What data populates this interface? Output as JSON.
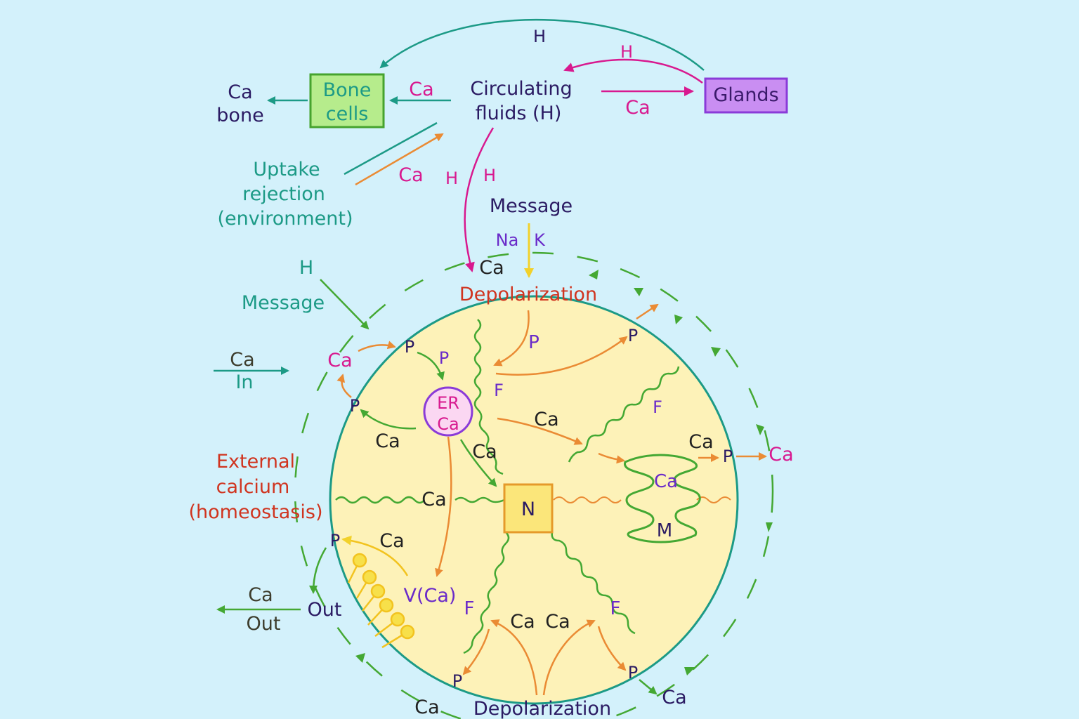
{
  "colors": {
    "background": "#d3f1fb",
    "cell_fill": "#fdf2b8",
    "membrane": "#1c9a86",
    "green_arrow": "#44a833",
    "orange_arrow": "#ea8b34",
    "magenta": "#d8198f",
    "teal": "#1c9a86",
    "yellow_arrow": "#f2d12a"
  },
  "top": {
    "h_top": "H",
    "h_glands": "H",
    "ca_left": "Ca",
    "ca_left2": "bone",
    "bone_cells_1": "Bone",
    "bone_cells_2": "cells",
    "ca_to_bone": "Ca",
    "circ_1": "Circulating",
    "circ_2": "fluids  (H)",
    "glands": "Glands",
    "ca_to_glands": "Ca",
    "uptake_1": "Uptake",
    "uptake_2": "rejection",
    "uptake_3": "(environment)",
    "ca_uptake": "Ca",
    "h_left": "H",
    "h_right": "H",
    "message": "Message",
    "na": "Na",
    "k": "K",
    "ca_membrane": "Ca"
  },
  "left": {
    "h": "H",
    "message": "Message",
    "ca_in_top": "Ca",
    "ca_in_bottom": "In",
    "ca_magenta": "Ca",
    "external_1": "External",
    "external_2": "calcium",
    "external_3": "(homeostasis)",
    "ca_out_top": "Ca",
    "ca_out_bottom": "Out",
    "out": "Out"
  },
  "cell": {
    "depolarization_top": "Depolarization",
    "depolarization_bottom": "Depolarization",
    "p_top_left": "P",
    "p_er": "P",
    "p_center": "P",
    "p_top_right": "P",
    "p_left": "P",
    "p_right": "P",
    "p_lower_left": "P",
    "p_bottom_left": "P",
    "p_bottom_right": "P",
    "er_1": "ER",
    "er_2": "Ca",
    "ca_er_left": "Ca",
    "f_upper_left": "F",
    "f_upper_right": "F",
    "f_lower_left": "F",
    "f_lower_right": "F",
    "ca_upper_mid": "Ca",
    "ca_to_nucleus": "Ca",
    "ca_mid_left": "Ca",
    "nucleus": "N",
    "ca_mito_top": "Ca",
    "ca_mito_in": "Ca",
    "mito": "M",
    "ca_right_out": "Ca",
    "ca_vesicle": "Ca",
    "v_ca": "V(Ca)",
    "ca_bottom_1": "Ca",
    "ca_bottom_2": "Ca",
    "ca_bottom_left": "Ca",
    "ca_bottom_right": "Ca"
  },
  "icons": {
    "vesicle": "vesicle-icon"
  }
}
